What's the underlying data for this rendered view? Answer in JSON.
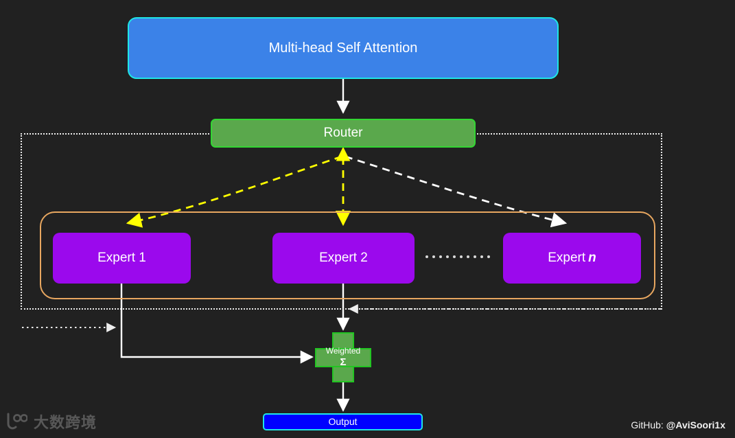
{
  "diagram": {
    "title": "Mixture of Experts block",
    "background_color": "#212121"
  },
  "nodes": {
    "attention": {
      "label": "Multi-head Self Attention",
      "fill": "#3b82e8",
      "stroke": "#1ee6e6"
    },
    "router": {
      "label": "Router",
      "fill": "#5aa84c",
      "stroke": "#33d633"
    },
    "experts": [
      {
        "label": "Expert 1",
        "suffix": "",
        "fill": "#9b09ed"
      },
      {
        "label": "Expert 2",
        "suffix": "",
        "fill": "#9b09ed"
      },
      {
        "label": "Expert ",
        "suffix": "n",
        "fill": "#9b09ed"
      }
    ],
    "experts_group_stroke": "#e8a760",
    "moe_region_stroke": "#ededed",
    "weighted_sum": {
      "label_top": "Weighted",
      "label_symbol": "Σ",
      "fill": "#5aa84c",
      "stroke": "#22c522"
    },
    "output": {
      "label": "Output",
      "fill": "#0000ff",
      "stroke": "#1ee6e6"
    }
  },
  "edges": {
    "attention_to_router": {
      "style": "solid",
      "color": "#ffffff"
    },
    "router_to_expert_1": {
      "style": "dashed",
      "color": "#ffff00"
    },
    "router_to_expert_2": {
      "style": "dashed",
      "color": "#ffff00"
    },
    "router_to_expert_n": {
      "style": "dashed",
      "color": "#ffffff"
    },
    "router_feedback": {
      "style": "dashed",
      "color": "#ffff00"
    },
    "expert_1_to_sum": {
      "style": "solid",
      "color": "#ffffff"
    },
    "expert_2_to_sum": {
      "style": "solid",
      "color": "#ffffff"
    },
    "residual_left": {
      "style": "dotted",
      "color": "#ededed"
    },
    "residual_right": {
      "style": "dotted",
      "color": "#ededed"
    },
    "sum_to_output": {
      "style": "solid",
      "color": "#ffffff"
    }
  },
  "footer": {
    "github_prefix": "GitHub: ",
    "github_handle": "@AviSoori1x",
    "watermark_text": "大数跨境"
  }
}
